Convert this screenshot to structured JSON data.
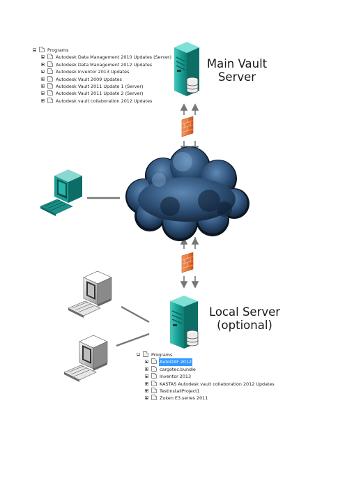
{
  "main_server": {
    "label_line1": "Main Vault",
    "label_line2": "Server",
    "tree": {
      "root": "Programs",
      "items": [
        "Autodesk Data Management 2010 Updates (Server)",
        "Autodesk Data Management 2012 Updates",
        "Autodesk Inventor 2013 Updates",
        "Autodesk Vault 2009 Updates",
        "Autodesk Vault 2011 Update 1 (Server)",
        "Autodesk Vault 2011 Update 2 (Server)",
        "Autodesk vault collaboration 2012 Updates"
      ]
    }
  },
  "local_server": {
    "label_line1": "Local Server",
    "label_line2": "(optional)",
    "tree": {
      "root": "Programs",
      "items": [
        "AutoDXF 2012",
        "cargotec.bundle",
        "Inventor 2013",
        "KASTAS Autodesk vault collaboration 2012 Updates",
        "TestInstallProject1",
        "Zuken E3.series 2011"
      ],
      "selected_index": 0
    }
  },
  "colors": {
    "server_teal": "#17a59b",
    "cloud_dark": "#1f3650",
    "firewall": "#ec6c2c",
    "selection": "#3399ff",
    "connector": "#777777",
    "monitor_screen_teal": "#1a9a92"
  },
  "icons": [
    "server-icon",
    "firewall-icon",
    "cloud-icon",
    "workstation-icon",
    "folder-icon"
  ]
}
